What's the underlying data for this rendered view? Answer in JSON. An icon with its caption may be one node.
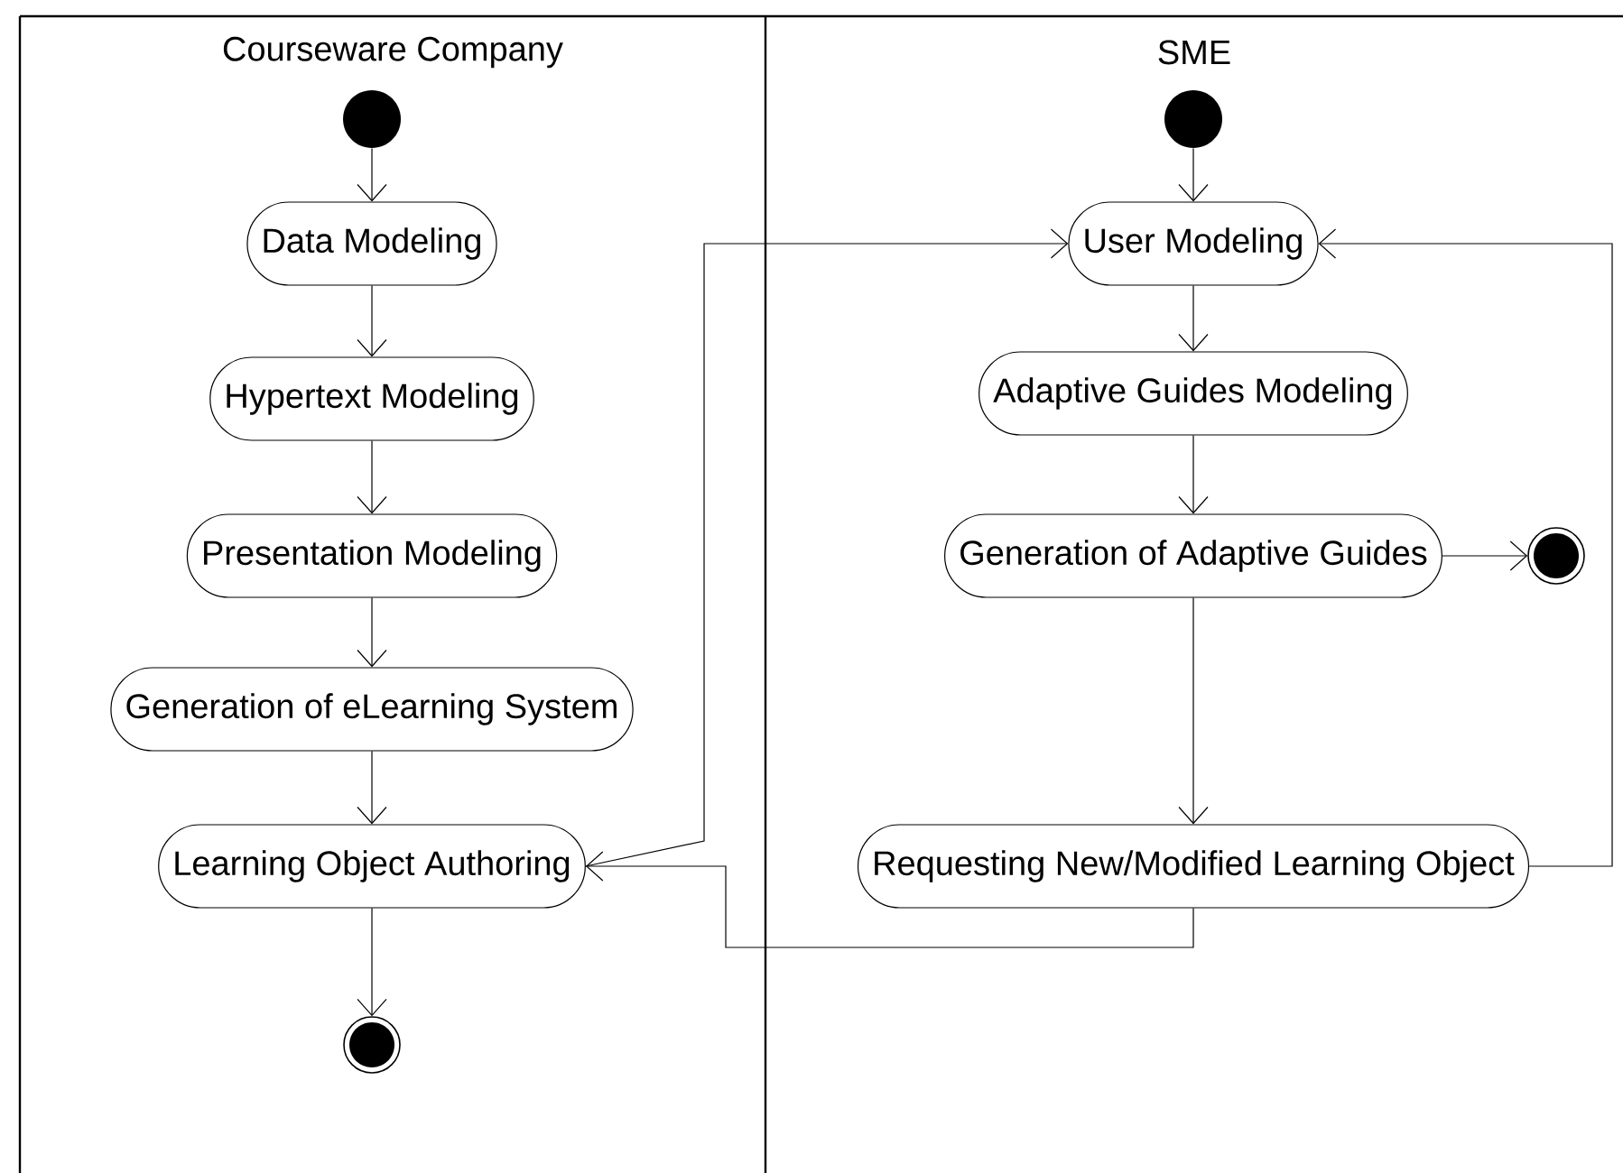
{
  "diagram": {
    "nodes": [
      {
        "text": [
          "Courseware Company"
        ]
      },
      {
        "text": [],
        "shape": "circle",
        "in": 0
      },
      {
        "text": [
          "Data Modeling"
        ],
        "in": 0
      },
      {
        "text": [
          "Hypertext Modeling"
        ],
        "in": 0
      },
      {
        "text": [
          "Presentation Modeling"
        ],
        "in": 0
      },
      {
        "text": [
          "Generation of eLearning System"
        ],
        "in": 0
      },
      {
        "text": [
          "Learning Object Authoring"
        ],
        "in": 0
      },
      {
        "text": [],
        "shape": "bullseye",
        "in": 0
      },
      {
        "text": [
          "SME"
        ]
      },
      {
        "text": [],
        "shape": "circle",
        "in": 8
      },
      {
        "text": [
          "User Modeling"
        ],
        "in": 8
      },
      {
        "text": [
          "Adaptive Guides Modeling"
        ],
        "in": 8
      },
      {
        "text": [
          "Generation of Adaptive Guides"
        ],
        "in": 8
      },
      {
        "text": [],
        "shape": "bullseye",
        "in": 8
      },
      {
        "text": [
          "Requesting New/Modified Learning Object"
        ],
        "in": 8
      }
    ],
    "edges": [
      {
        "from": 1,
        "to": 2,
        "arrow": "to"
      },
      {
        "from": 2,
        "to": 3,
        "arrow": "to"
      },
      {
        "from": 3,
        "to": 4,
        "arrow": "to"
      },
      {
        "from": 4,
        "to": 5,
        "arrow": "to"
      },
      {
        "from": 5,
        "to": 6,
        "arrow": "to"
      },
      {
        "from": 6,
        "to": 7,
        "arrow": "to"
      },
      {
        "from": 9,
        "to": 10,
        "arrow": "to"
      },
      {
        "from": 10,
        "to": 11,
        "arrow": "to"
      },
      {
        "from": 11,
        "to": 12,
        "arrow": "to"
      },
      {
        "from": 12,
        "to": 13,
        "arrow": "to"
      },
      {
        "from": 12,
        "to": 14,
        "arrow": "to"
      },
      {
        "from": 14,
        "to": 10,
        "arrow": "to"
      },
      {
        "from": 14,
        "to": 6,
        "arrow": "to"
      },
      {
        "from": 6,
        "to": 10,
        "arrow": "to"
      }
    ]
  }
}
